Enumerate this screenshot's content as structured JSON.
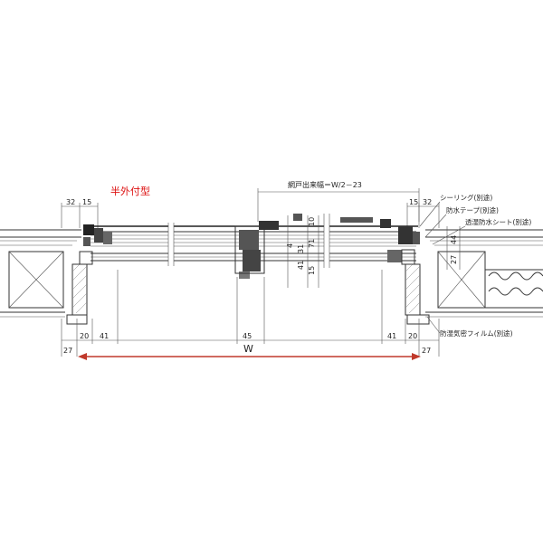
{
  "title": "半外付型",
  "top_dimension": "網戸出来幅＝W/2－23",
  "width_label": "W",
  "annotations": {
    "sealing": "シーリング(別途)",
    "waterproof_tape": "防水テープ(別途)",
    "breathable_sheet": "透湿防水シート(別途)",
    "vapor_film": "防湿気密フィルム(別途)"
  },
  "dims_top_left": [
    "32",
    "15"
  ],
  "dims_top_right": [
    "15",
    "32"
  ],
  "dims_bottom": [
    "27",
    "20",
    "41",
    "45",
    "41",
    "20",
    "27"
  ],
  "dims_vertical_center": [
    "10",
    "4",
    "31",
    "71",
    "41",
    "15"
  ],
  "dims_vertical_right": [
    "44",
    "27"
  ],
  "colors": {
    "title": "#dd1111",
    "w_arrow": "#c0392b",
    "line": "#222222"
  }
}
